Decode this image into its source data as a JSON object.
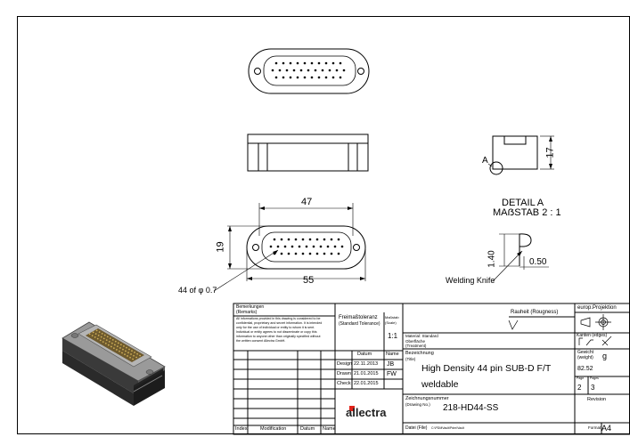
{
  "drawing": {
    "views": {
      "detail_label_1": "DETAIL  A",
      "detail_label_2": "MAẞSTAB 2 : 1",
      "detail_marker": "A",
      "dim_width_top": "47",
      "dim_width_bottom": "55",
      "dim_height_left": "19",
      "dim_height_side": "17",
      "dim_hole_note": "44 of φ 0.7",
      "dim_140": "1.40",
      "dim_050": "0.50",
      "welding_label": "Welding Knife"
    }
  },
  "title_block": {
    "remarks_label": "Bemerkungen",
    "remarks_label_en": "(Remarks)",
    "confidential_text": [
      "All informations provided in this drawing is considered to be",
      "confidential, proprietary and secret information. It is intended",
      "only for the use of individual or entity to whom it is sent.",
      "Individual or entity agrees to not disseminate or copy this",
      "information to anyone other than originally specified without",
      "the written consent Allectra GmbH."
    ],
    "tolerance_label": "Freimaßtoleranz",
    "tolerance_label_en": "(Standard Tolerance)",
    "scale_label": "Maßstab",
    "scale_label_en": "(Scale)",
    "scale_value": "1:1",
    "roughness_label": "Rauheit (Rougness)",
    "projection_label": "europ.Projektion",
    "edges_label": "Kanten (edges)",
    "material_label": "Material: Standard",
    "surface_label": "Oberfläche",
    "surface_label_en": "(Treatment)",
    "designation_label": "Bezeichnung",
    "designation_label_en": "(Title)",
    "title_line_1": "High Density 44 pin SUB-D F/T",
    "title_line_2": "weldable",
    "weight_label": "Gewicht",
    "weight_label_en": "(weight)",
    "weight_unit": "g",
    "weight_value": "82.52",
    "page_label": "Page",
    "pages_label": "Pages",
    "page_value": "2",
    "pages_value": "3",
    "date_col": "Datum",
    "name_col": "Name",
    "rows": [
      {
        "label": "Design",
        "date": "22.11.2013",
        "name": "JB"
      },
      {
        "label": "Drawn",
        "date": "21.01.2015",
        "name": "FW"
      },
      {
        "label": "Check",
        "date": "22.01.2015",
        "name": ""
      }
    ],
    "bottom_labels": [
      "Index",
      "Modification",
      "Datum",
      "Name"
    ],
    "logo_text": "allectra",
    "drawing_no_label": "Zeichnungsnummer",
    "drawing_no_label_en": "(Drawing No.)",
    "drawing_no": "218-HD44-SS",
    "revision_label": "Revision",
    "file_label": "Datei (File)",
    "file_value": "C:\\PDMVault\\Pdm\\Vault",
    "format_label": "Format",
    "format_value": "A4"
  }
}
